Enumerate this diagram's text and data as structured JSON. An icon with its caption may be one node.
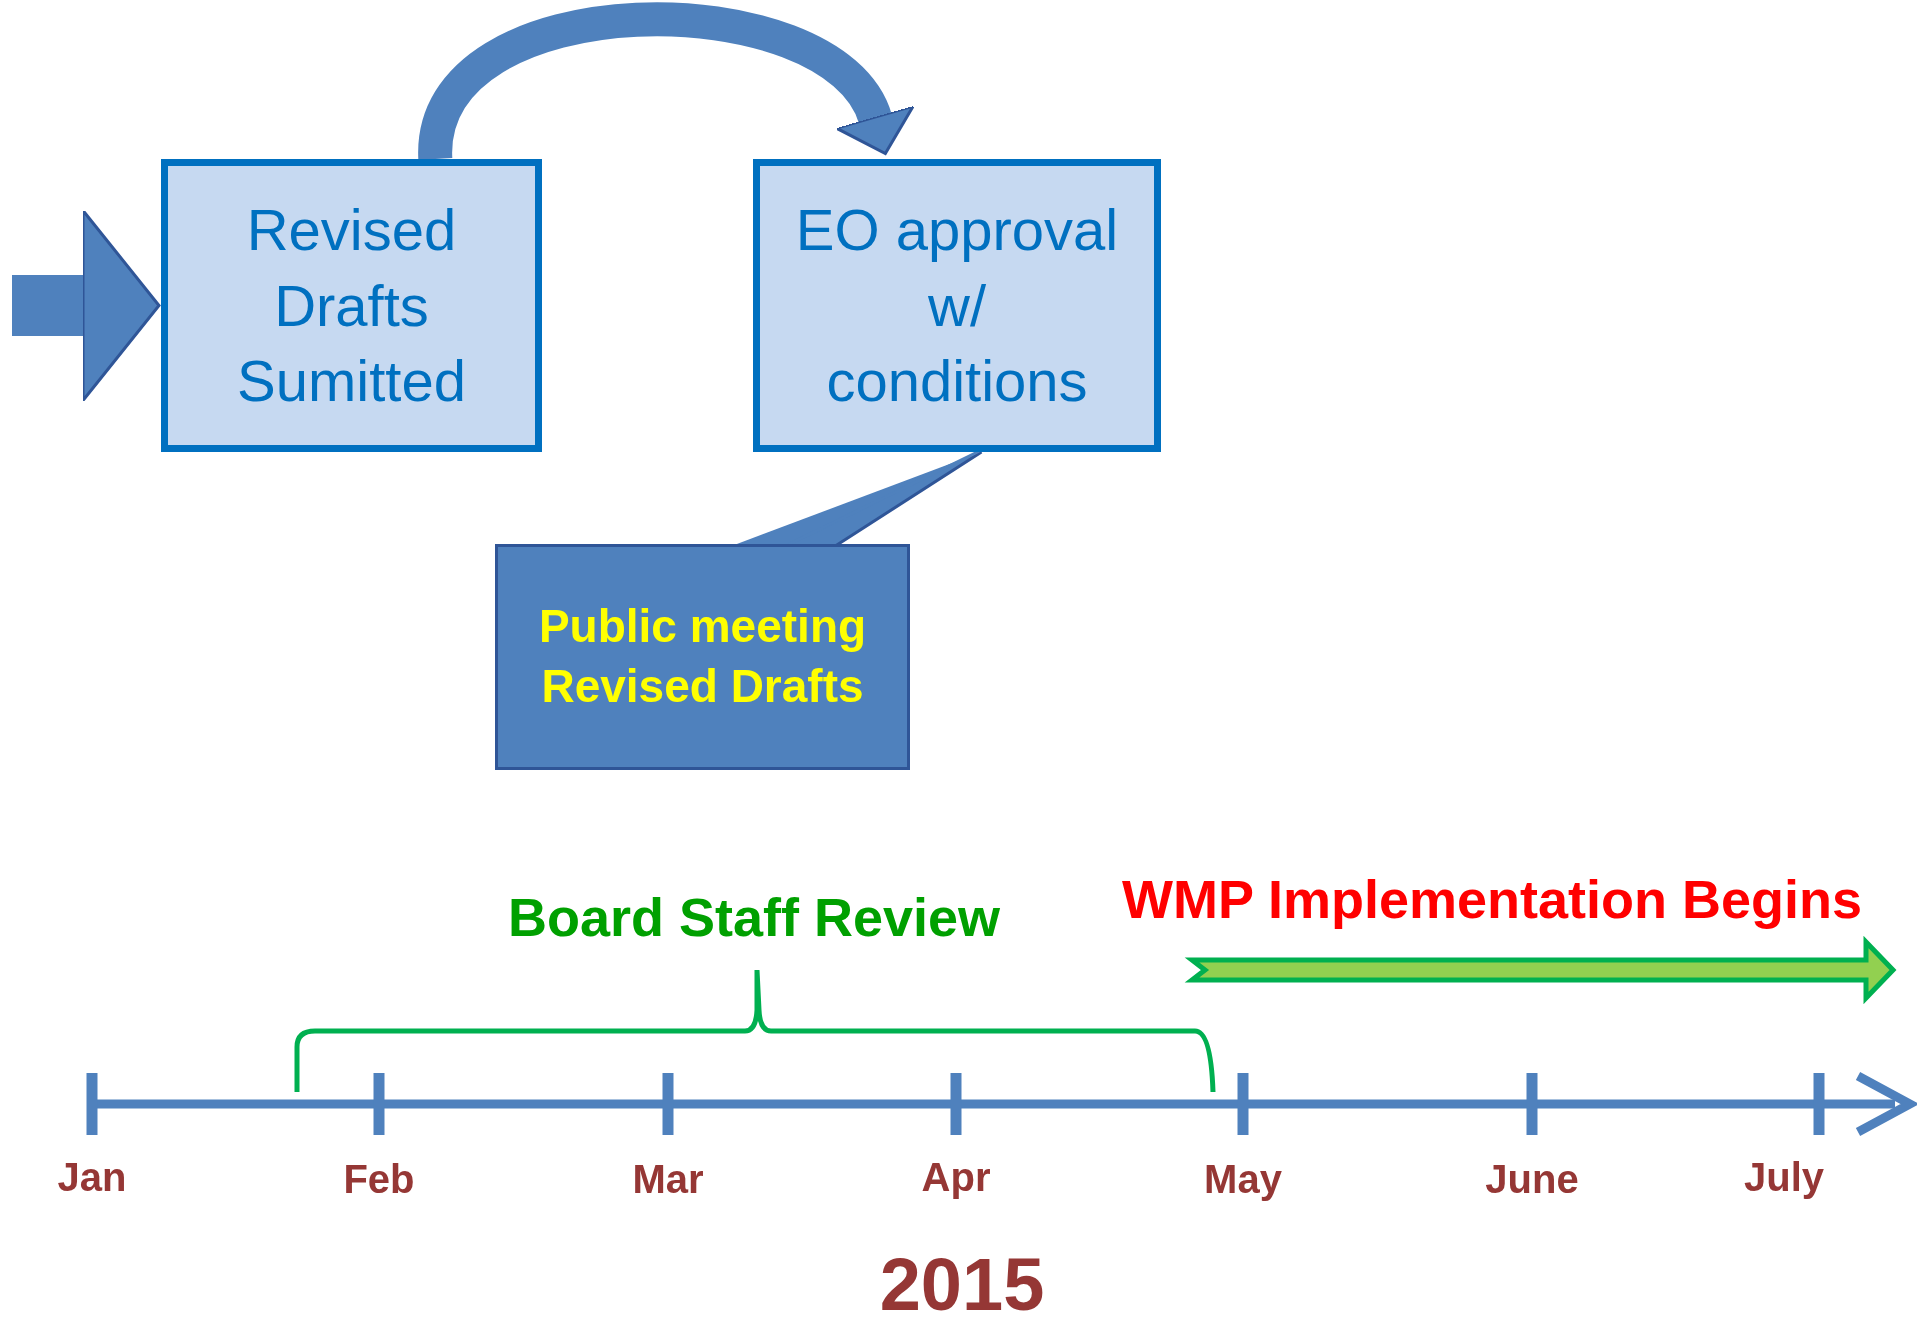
{
  "diagram": {
    "nodes": [
      {
        "text": [
          "Revised Drafts Sumitted"
        ]
      },
      {
        "text": [
          "EO approval w/ conditions"
        ]
      },
      {
        "text": [
          "Public meeting Revised Drafts"
        ]
      }
    ],
    "edges": [
      {
        "from": null,
        "to": 0,
        "arrow": "to",
        "style": "thick"
      },
      {
        "from": 0,
        "to": 1,
        "arrow": "to"
      },
      {
        "from": 2,
        "to": 1,
        "arrow": "none"
      }
    ],
    "labels": [
      "Board Staff Review",
      "WMP Implementation Begins",
      "Jan",
      "Feb",
      "Mar",
      "Apr",
      "May",
      "June",
      "July",
      "2015"
    ]
  }
}
